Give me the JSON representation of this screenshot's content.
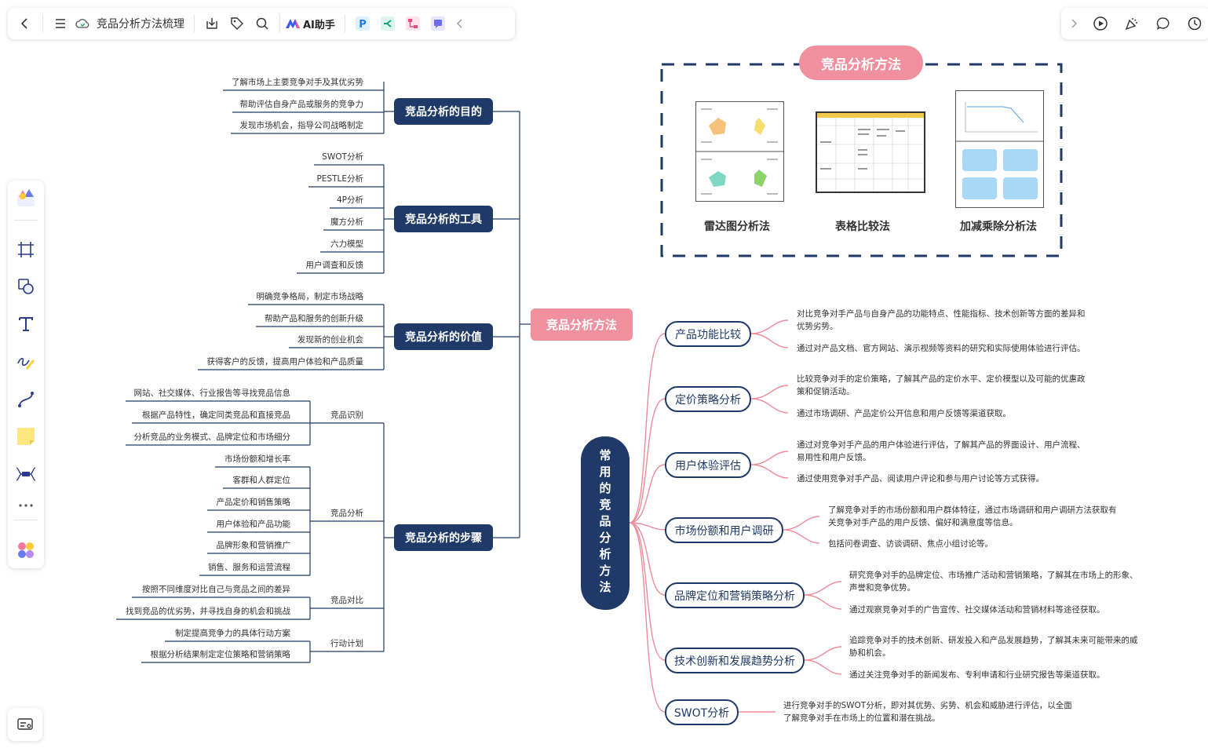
{
  "top_toolbar": {
    "doc_title": "竞品分析方法梳理",
    "ai_label": "AI助手"
  },
  "central": {
    "label": "竞品分析方法"
  },
  "left_branches": [
    {
      "label": "竞品分析的目的",
      "leaves": [
        "了解市场上主要竞争对手及其优劣势",
        "帮助评估自身产品或服务的竞争力",
        "发现市场机会，指导公司战略制定"
      ]
    },
    {
      "label": "竞品分析的工具",
      "leaves": [
        "SWOT分析",
        "PESTLE分析",
        "4P分析",
        "魔方分析",
        "六力模型",
        "用户调查和反馈"
      ]
    },
    {
      "label": "竞品分析的价值",
      "leaves": [
        "明确竞争格局，制定市场战略",
        "帮助产品和服务的创新升级",
        "发现新的创业机会",
        "获得客户的反馈，提高用户体验和产品质量"
      ]
    },
    {
      "label": "竞品分析的步骤",
      "groups": [
        {
          "label": "竞品识别",
          "leaves": [
            "网站、社交媒体、行业报告等寻找竞品信息",
            "根据产品特性，确定同类竞品和直接竞品",
            "分析竞品的业务模式、品牌定位和市场细分"
          ]
        },
        {
          "label": "竞品分析",
          "leaves": [
            "市场份额和增长率",
            "客群和人群定位",
            "产品定价和销售策略",
            "用户体验和产品功能",
            "品牌形象和营销推广",
            "销售、服务和运营流程"
          ]
        },
        {
          "label": "竞品对比",
          "leaves": [
            "按照不同维度对比自己与竞品之间的差异",
            "找到竞品的优劣势，并寻找自身的机会和挑战"
          ]
        },
        {
          "label": "行动计划",
          "leaves": [
            "制定提高竞争力的具体行动方案",
            "根据分析结果制定定位策略和营销策略"
          ]
        }
      ]
    }
  ],
  "methods_box": {
    "title": "竞品分析方法",
    "items": [
      "雷达图分析法",
      "表格比较法",
      "加减乘除分析法"
    ]
  },
  "common_methods": {
    "title": "常用的竞品分析方法",
    "items": [
      {
        "label": "产品功能比较",
        "details": [
          "对比竞争对手产品与自身产品的功能特点、性能指标、技术创新等方面的差异和优势劣势。",
          "通过对产品文档、官方网站、演示视频等资料的研究和实际使用体验进行评估。"
        ]
      },
      {
        "label": "定价策略分析",
        "details": [
          "比较竞争对手的定价策略，了解其产品的定价水平、定价模型以及可能的优惠政策和促销活动。",
          "通过市场调研、产品定价公开信息和用户反馈等渠道获取。"
        ]
      },
      {
        "label": "用户体验评估",
        "details": [
          "通过对竞争对手产品的用户体验进行评估，了解其产品的界面设计、用户流程、易用性和用户反馈。",
          "通过使用竞争对手产品、阅读用户评论和参与用户讨论等方式获得。"
        ]
      },
      {
        "label": "市场份额和用户调研",
        "details": [
          "了解竞争对手的市场份额和用户群体特征，通过市场调研和用户调研方法获取有关竞争对手产品的用户反馈、偏好和满意度等信息。",
          "包括问卷调查、访谈调研、焦点小组讨论等。"
        ]
      },
      {
        "label": "品牌定位和营销策略分析",
        "details": [
          "研究竞争对手的品牌定位、市场推广活动和营销策略，了解其在市场上的形象、声誉和竞争优势。",
          "通过观察竞争对手的广告宣传、社交媒体活动和营销材料等途径获取。"
        ]
      },
      {
        "label": "技术创新和发展趋势分析",
        "details": [
          "追踪竞争对手的技术创新、研发投入和产品发展趋势，了解其未来可能带来的威胁和机会。",
          "通过关注竞争对手的新闻发布、专利申请和行业研究报告等渠道获取。"
        ]
      },
      {
        "label": "SWOT分析",
        "details": [
          "进行竞争对手的SWOT分析，即对其优势、劣势、机会和威胁进行评估，以全面了解竞争对手在市场上的位置和潜在挑战。"
        ]
      }
    ]
  },
  "colors": {
    "navy": "#1f3a68",
    "pink": "#f08f9d",
    "line_pink": "#ef8b99"
  }
}
